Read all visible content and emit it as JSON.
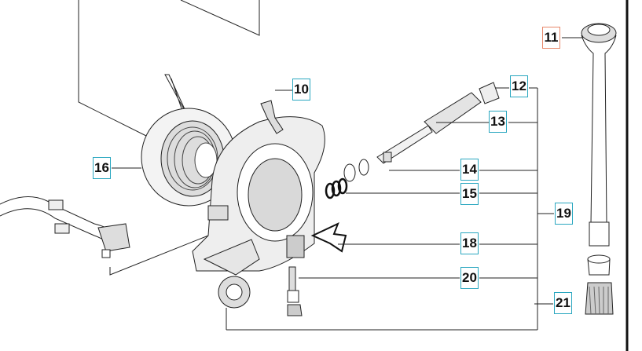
{
  "diagram": {
    "colors": {
      "callout_border": "#2aa7c0",
      "selected_border": "#e8876a",
      "line": "#222222"
    },
    "callouts": [
      {
        "id": "11",
        "selected": true
      },
      {
        "id": "10"
      },
      {
        "id": "12"
      },
      {
        "id": "13"
      },
      {
        "id": "16"
      },
      {
        "id": "14"
      },
      {
        "id": "15"
      },
      {
        "id": "19"
      },
      {
        "id": "18"
      },
      {
        "id": "20"
      },
      {
        "id": "21"
      }
    ]
  }
}
